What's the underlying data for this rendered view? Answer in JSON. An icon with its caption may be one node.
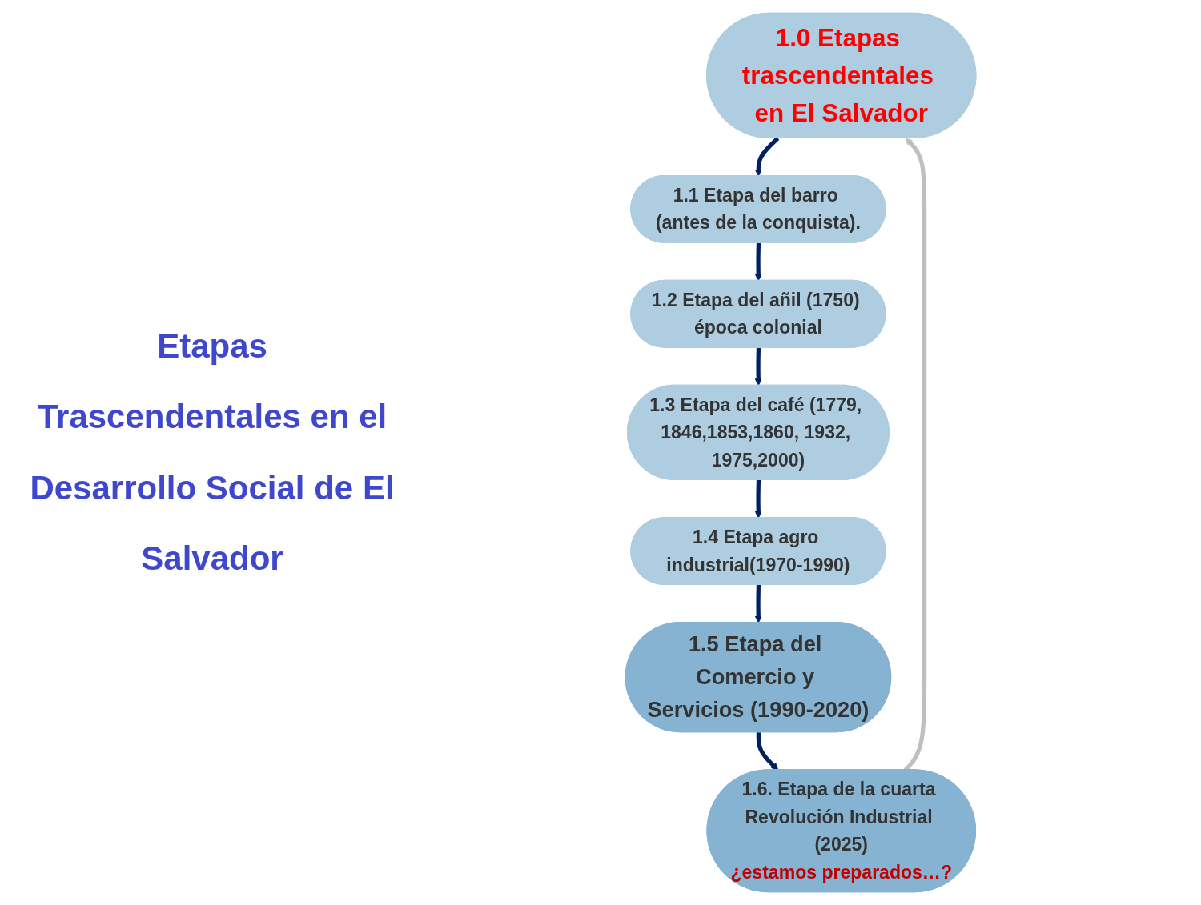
{
  "diagram": {
    "title": "Etapas Trascendentales en el Desarrollo Social de El Salvador",
    "nodes": [
      {
        "text": [
          "1.0 Etapas trascendentales en El Salvador"
        ]
      },
      {
        "text": [
          "1.1 Etapa del barro (antes de la conquista)."
        ]
      },
      {
        "text": [
          "1.2 Etapa del añil (1750) época colonial"
        ]
      },
      {
        "text": [
          "1.3 Etapa del café (1779, 1846,1853,1860, 1932, 1975,2000)"
        ]
      },
      {
        "text": [
          "1.4 Etapa agro industrial(1970-1990)"
        ]
      },
      {
        "text": [
          "1.5 Etapa del Comercio y Servicios (1990-2020)"
        ]
      },
      {
        "text": [
          "1.6. Etapa de la cuarta Revolución Industrial (2025)",
          "¿estamos preparados…?"
        ]
      }
    ],
    "edges": [
      {
        "from": 0,
        "to": 1,
        "arrow": "to"
      },
      {
        "from": 1,
        "to": 2,
        "arrow": "to"
      },
      {
        "from": 2,
        "to": 3,
        "arrow": "to"
      },
      {
        "from": 3,
        "to": 4,
        "arrow": "to"
      },
      {
        "from": 4,
        "to": 5,
        "arrow": "to"
      },
      {
        "from": 5,
        "to": 6,
        "arrow": "to"
      },
      {
        "from": 6,
        "to": 0,
        "arrow": "to",
        "color": "#bfbfbf"
      }
    ]
  }
}
